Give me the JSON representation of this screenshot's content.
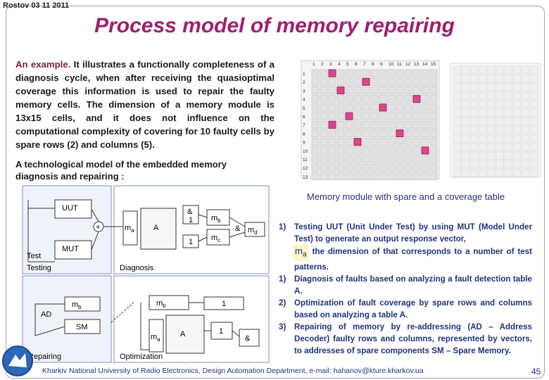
{
  "header": {
    "date": "Rostov 03 11 2011"
  },
  "title": "Process model of memory repairing",
  "intro": {
    "lead": "An example.",
    "text": " It illustrates a functionally completeness of a diagnosis cycle, when after receiving the quasioptimal coverage this information is used to repair the faulty memory cells. The dimension of a memory module is 13x15 cells, and it  does not influence on the computational complexity of covering for 10 faulty cells by spare rows (2) and columns (5)."
  },
  "tech_model": "A technological model of the embedded memory diagnosis and repairing :",
  "grid": {
    "col_labels": [
      "1",
      "2",
      "3",
      "4",
      "5",
      "6",
      "7",
      "8",
      "9",
      "10",
      "11",
      "12",
      "13",
      "14",
      "15"
    ],
    "row_labels": [
      "1",
      "2",
      "3",
      "4",
      "5",
      "6",
      "7",
      "8",
      "9",
      "10",
      "11",
      "12",
      "13"
    ]
  },
  "memory_title": "Memory module with spare and a coverage table",
  "diagram": {
    "uut": "UUT",
    "mut": "MUT",
    "test": "Test",
    "testing": "Testing",
    "diagnosis": "Diagnosis",
    "ad": "AD",
    "sm": "SM",
    "repairing": "Repairing",
    "optimization": "Optimization",
    "plus": "+",
    "and": "&",
    "one": "1",
    "a": "A",
    "ma": "m",
    "ma_sub": "a",
    "mb": "m",
    "mb_sub": "b",
    "mc": "m",
    "mc_sub": "c",
    "md": "m",
    "md_sub": "d"
  },
  "steps": [
    {
      "num": "1)",
      "text": "Testing UUT (Unit Under Test) by using MUT (Model Under Test) to generate an output response vector,"
    },
    {
      "num": "",
      "var": "m",
      "var_sub": "a",
      "text": " the dimension of that corresponds to a number of test patterns."
    },
    {
      "num": "1)",
      "text": "Diagnosis of faults based on analyzing a fault detection table A."
    },
    {
      "num": "2)",
      "text": "Optimization of fault coverage by spare rows and columns based on analyzing a table A."
    },
    {
      "num": "3)",
      "text": "Repairing of memory by re-addressing (AD – Address Decoder) faulty rows and columns, represented by vectors, to addresses of spare components SM – Spare Memory."
    }
  ],
  "footer": "Kharkiv National University of Radio Electronics, Design Automation Department, e-mail: hahanov@kture.kharkov.ua",
  "page_number": "45",
  "colors": {
    "title": "#a01e6e",
    "accent": "#23327a",
    "fault": "#d8478a"
  },
  "icons": {
    "logo": "university-logo"
  }
}
